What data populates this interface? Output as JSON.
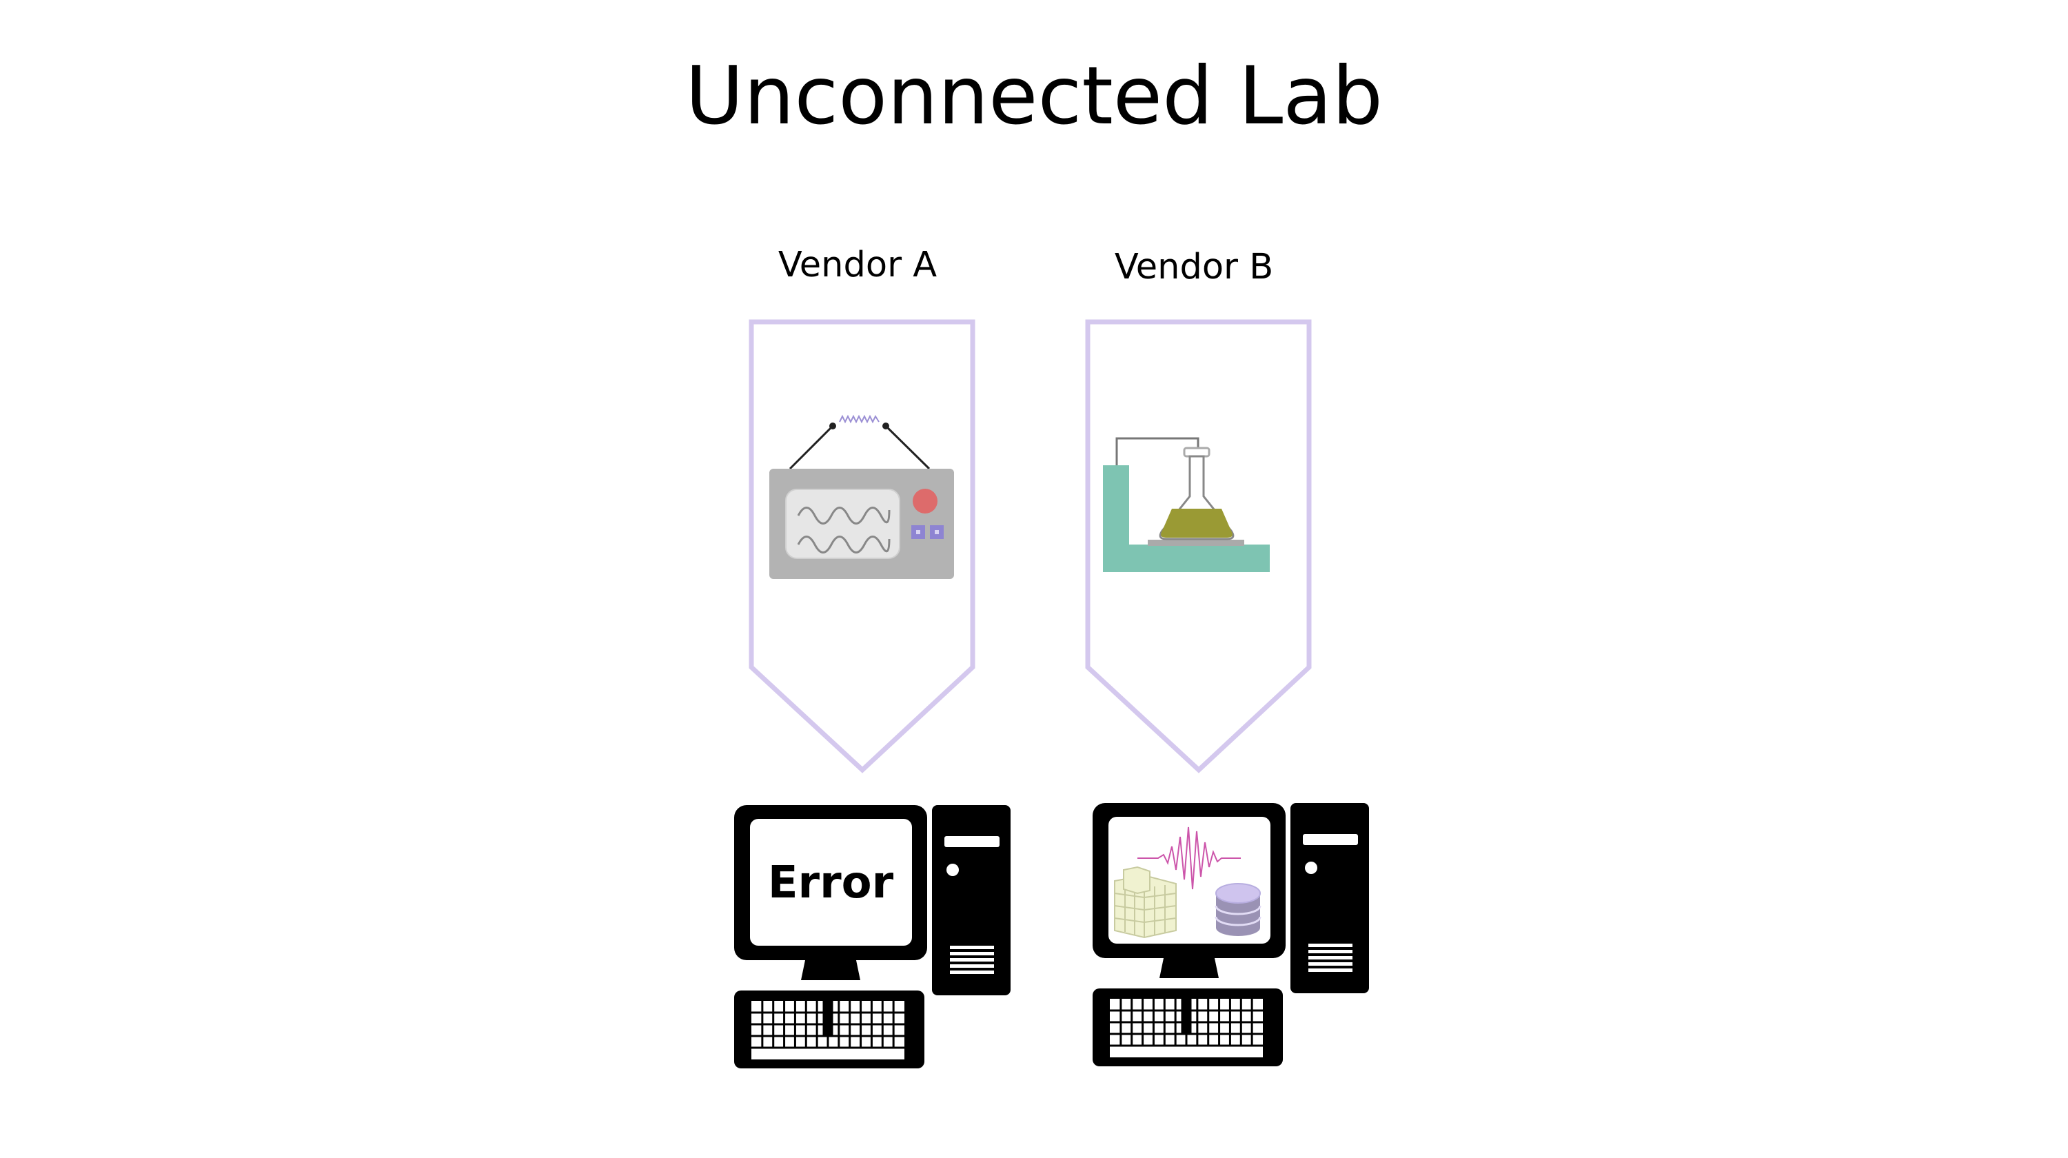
{
  "title": "Unconnected Lab",
  "vendors": [
    {
      "label": "Vendor A",
      "instrument": "oscilloscope-icon",
      "computer": "desktop-computer-icon",
      "screen_text": "Error",
      "screen_state": "error"
    },
    {
      "label": "Vendor B",
      "instrument": "flask-on-stand-icon",
      "computer": "desktop-computer-icon",
      "screen_text": "",
      "screen_state": "data-visualization"
    }
  ],
  "colors": {
    "arrow_outline": "#d4c8ee",
    "instrument_body": "#b3b3b3",
    "instrument_screen": "#e6e6e6",
    "knob": "#dd6b6b",
    "buttons": "#8e84d2",
    "stand": "#7ec4b2",
    "flask_liquid": "#9a9a34",
    "signal_wave": "#cc55aa",
    "cube": "#f0f2d0",
    "database": "#cfc4ee",
    "computer": "#000000"
  }
}
